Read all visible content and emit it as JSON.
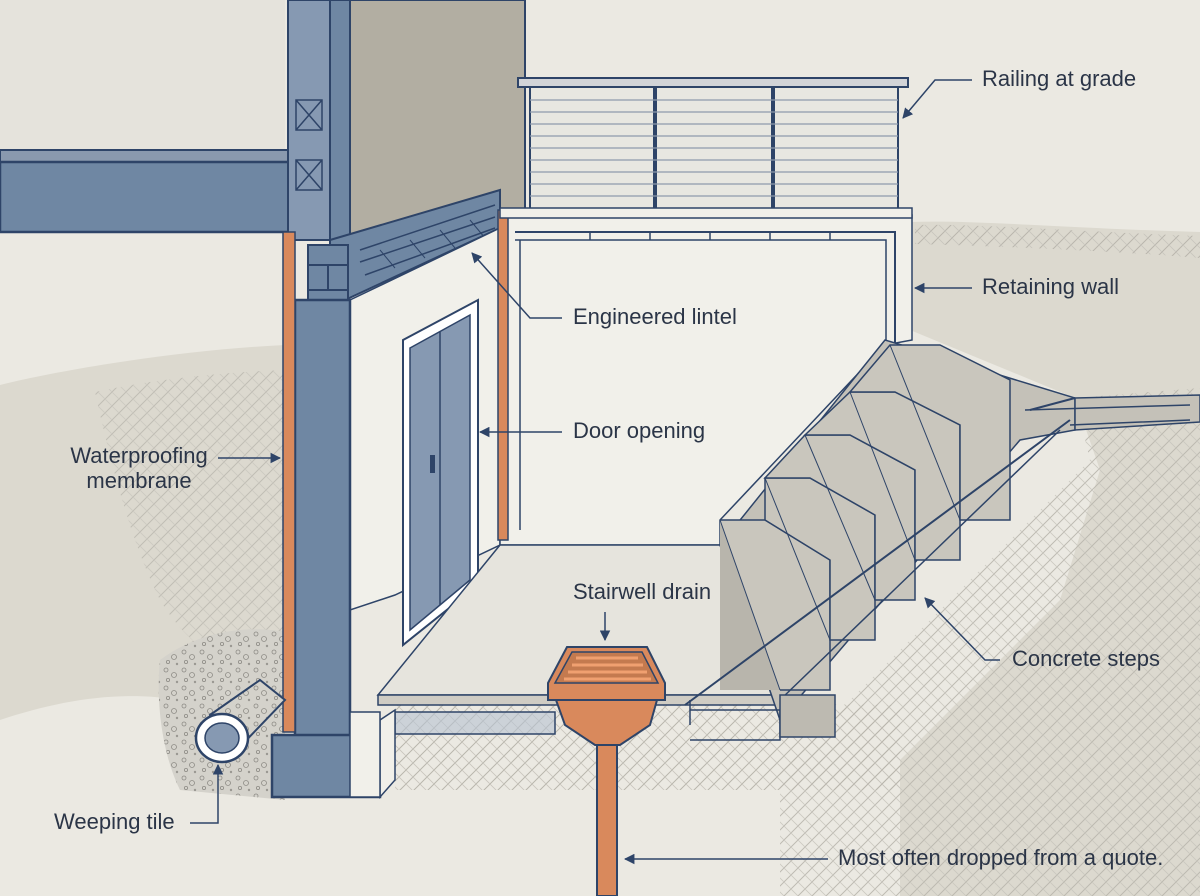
{
  "labels": {
    "railing": "Railing at grade",
    "retaining_wall": "Retaining wall",
    "lintel": "Engineered lintel",
    "door": "Door opening",
    "membrane_line1": "Waterproofing",
    "membrane_line2": "membrane",
    "drain": "Stairwell drain",
    "steps": "Concrete steps",
    "weeping": "Weeping tile",
    "note": "Most often dropped from a quote."
  },
  "colors": {
    "background": "#ebe9e2",
    "structure_blue": "#6f87a3",
    "outline_navy": "#2e4468",
    "membrane_orange": "#d9895c",
    "concrete": "#bdbab1",
    "soil": "#dcd9cf",
    "gravel": "#cfcdc6",
    "wall_face": "#f1f0ea"
  }
}
